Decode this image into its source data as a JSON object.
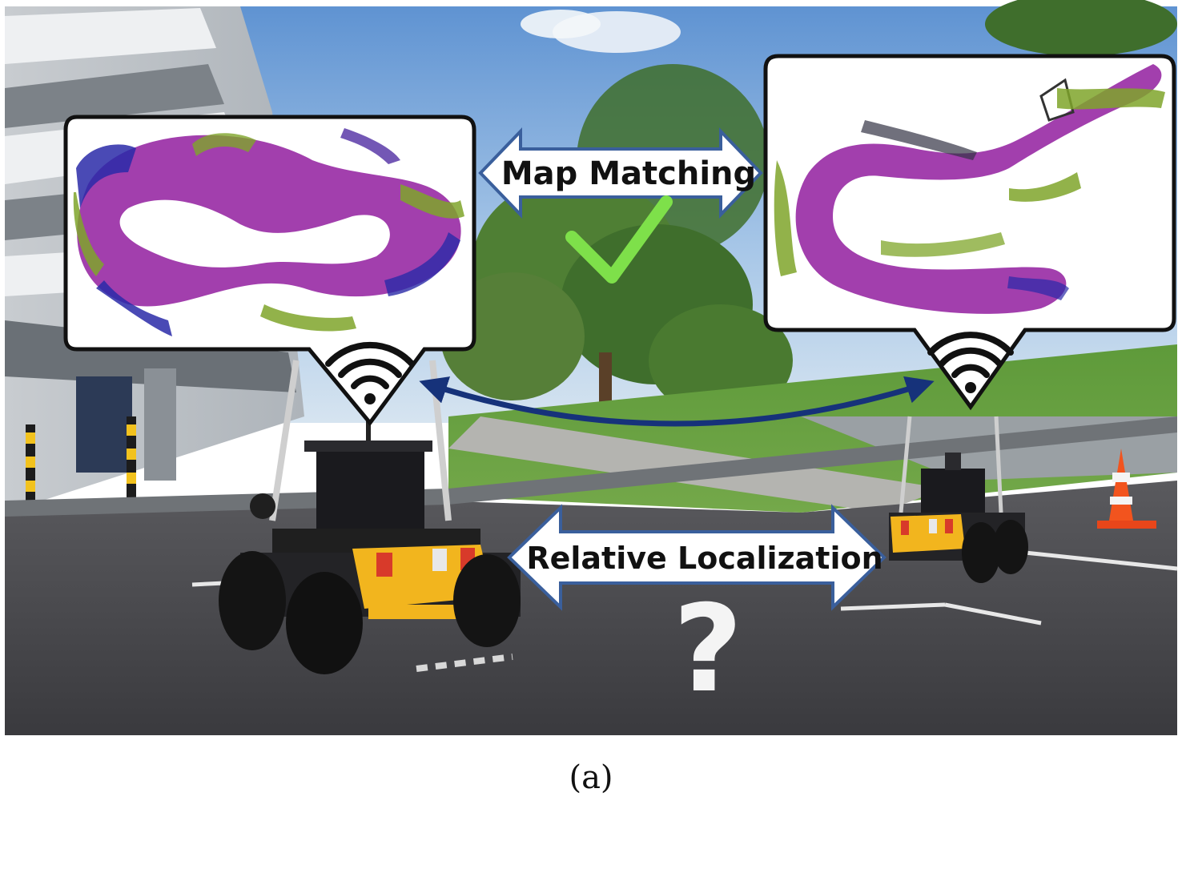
{
  "labels": {
    "map_matching": "Map Matching",
    "relative_localization": "Relative Localization",
    "question_mark": "?",
    "caption": "(a)"
  },
  "colors": {
    "map_purple": "#9a2fa6",
    "map_blue": "#2a2aa8",
    "map_green": "#7fa52a",
    "check_green": "#7ee04a",
    "link_arrow": "#16327a",
    "robot_yellow": "#f2b51e",
    "cone_orange": "#f2541e"
  },
  "icons": {
    "wifi_left": "wifi-icon",
    "wifi_right": "wifi-icon",
    "check": "check-mark-icon"
  }
}
